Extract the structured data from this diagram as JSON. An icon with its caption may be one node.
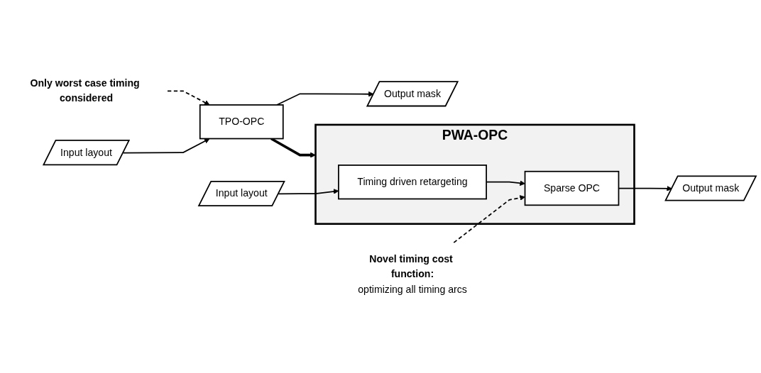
{
  "diagram": {
    "nodes": [
      {
        "text": [
          "Only worst case timing considered"
        ]
      },
      {
        "text": [
          "Input layout"
        ]
      },
      {
        "text": [
          "TPO-OPC"
        ]
      },
      {
        "text": [
          "Output mask"
        ]
      },
      {
        "text": [
          "Novel timing cost function:",
          "optimizing all timing arcs"
        ]
      },
      {
        "text": [
          "Input layout"
        ]
      },
      {
        "text": [
          "PWA-OPC"
        ]
      },
      {
        "text": [
          "Timing driven retargeting"
        ],
        "in": 6
      },
      {
        "text": [
          "Sparse OPC"
        ],
        "in": 6
      },
      {
        "text": [
          "Output mask"
        ]
      }
    ],
    "edges": [
      {
        "from": 0,
        "to": 2,
        "arrow": "to",
        "style": "dashed"
      },
      {
        "from": 1,
        "to": 2,
        "arrow": "to"
      },
      {
        "from": 2,
        "to": 3,
        "arrow": "to"
      },
      {
        "from": 2,
        "to": 6,
        "arrow": "to",
        "style": "thick"
      },
      {
        "from": 4,
        "to": 8,
        "arrow": "to",
        "style": "dashed"
      },
      {
        "from": 5,
        "to": 7,
        "arrow": "to"
      },
      {
        "from": 7,
        "to": 8,
        "arrow": "to"
      },
      {
        "from": 8,
        "to": 9,
        "arrow": "to"
      }
    ]
  }
}
